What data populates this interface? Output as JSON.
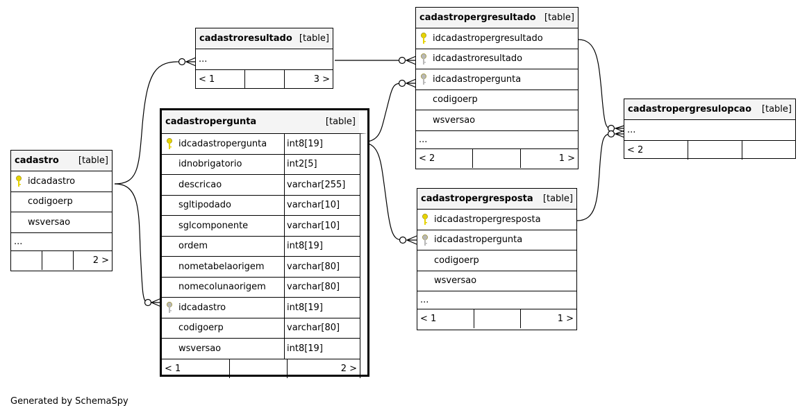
{
  "credit": "Generated by SchemaSpy",
  "colors": {
    "primary_key": "#e6d300",
    "foreign_key": "#b8b8b8",
    "line": "#000000",
    "header_bg": "#f4f4f4"
  },
  "tables": {
    "cadastro": {
      "name": "cadastro",
      "kind": "[table]",
      "columns": [
        {
          "name": "idcadastro",
          "key": "primary"
        },
        {
          "name": "codigoerp",
          "key": "none"
        },
        {
          "name": "wsversao",
          "key": "none"
        }
      ],
      "more": "...",
      "foot_left": "",
      "foot_right": "2 >"
    },
    "cadastroresultado": {
      "name": "cadastroresultado",
      "kind": "[table]",
      "more": "...",
      "foot_left": "< 1",
      "foot_right": "3 >"
    },
    "cadastropergunta": {
      "name": "cadastropergunta",
      "kind": "[table]",
      "columns": [
        {
          "name": "idcadastropergunta",
          "type": "int8[19]",
          "key": "primary"
        },
        {
          "name": "idnobrigatorio",
          "type": "int2[5]",
          "key": "none"
        },
        {
          "name": "descricao",
          "type": "varchar[255]",
          "key": "none"
        },
        {
          "name": "sgltipodado",
          "type": "varchar[10]",
          "key": "none"
        },
        {
          "name": "sglcomponente",
          "type": "varchar[10]",
          "key": "none"
        },
        {
          "name": "ordem",
          "type": "int8[19]",
          "key": "none"
        },
        {
          "name": "nometabelaorigem",
          "type": "varchar[80]",
          "key": "none"
        },
        {
          "name": "nomecolunaorigem",
          "type": "varchar[80]",
          "key": "none"
        },
        {
          "name": "idcadastro",
          "type": "int8[19]",
          "key": "foreign"
        },
        {
          "name": "codigoerp",
          "type": "varchar[80]",
          "key": "none"
        },
        {
          "name": "wsversao",
          "type": "int8[19]",
          "key": "none"
        }
      ],
      "foot_left": "< 1",
      "foot_right": "2 >"
    },
    "cadastropergresultado": {
      "name": "cadastropergresultado",
      "kind": "[table]",
      "columns": [
        {
          "name": "idcadastropergresultado",
          "key": "primary"
        },
        {
          "name": "idcadastroresultado",
          "key": "foreign"
        },
        {
          "name": "idcadastropergunta",
          "key": "foreign"
        },
        {
          "name": "codigoerp",
          "key": "none"
        },
        {
          "name": "wsversao",
          "key": "none"
        }
      ],
      "more": "...",
      "foot_left": "< 2",
      "foot_right": "1 >"
    },
    "cadastropergresposta": {
      "name": "cadastropergresposta",
      "kind": "[table]",
      "columns": [
        {
          "name": "idcadastropergresposta",
          "key": "primary"
        },
        {
          "name": "idcadastropergunta",
          "key": "foreign"
        },
        {
          "name": "codigoerp",
          "key": "none"
        },
        {
          "name": "wsversao",
          "key": "none"
        }
      ],
      "more": "...",
      "foot_left": "< 1",
      "foot_right": "1 >"
    },
    "cadastropergresulopcao": {
      "name": "cadastropergresulopcao",
      "kind": "[table]",
      "more": "...",
      "foot_left": "< 2",
      "foot_right": ""
    }
  }
}
